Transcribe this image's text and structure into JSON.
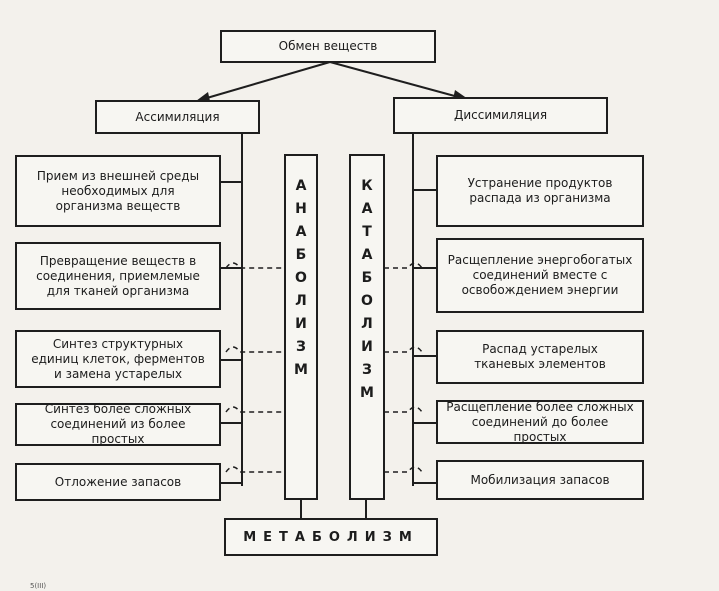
{
  "title": "Обмен веществ",
  "left_header": "Ассимиляция",
  "right_header": "Диссимиляция",
  "left_items": [
    "Прием из внешней среды\nнеобходимых для\nорганизма веществ",
    "Превращение веществ в\nсоединения, приемлемые\nдля тканей организма",
    "Синтез структурных\nединиц клеток, ферментов\nи замена устарелых",
    "Синтез более сложных\nсоединений из более простых",
    "Отложение запасов"
  ],
  "right_items": [
    "Устранение продуктов\nраспада из организма",
    "Расщепление энергобогатых\nсоединений вместе с\nосвобождением энергии",
    "Распад устарелых\nтканевых элементов",
    "Расщепление более сложных\nсоединений до более простых",
    "Мобилизация запасов"
  ],
  "anabolism_letters": [
    "А",
    "Н",
    "А",
    "Б",
    "О",
    "Л",
    "И",
    "З",
    "М"
  ],
  "catabolism_letters": [
    "К",
    "А",
    "Т",
    "А",
    "Б",
    "О",
    "Л",
    "И",
    "З",
    "М"
  ],
  "bottom_label": "МЕТАБОЛИЗМ",
  "corner_mark": "5(III)"
}
